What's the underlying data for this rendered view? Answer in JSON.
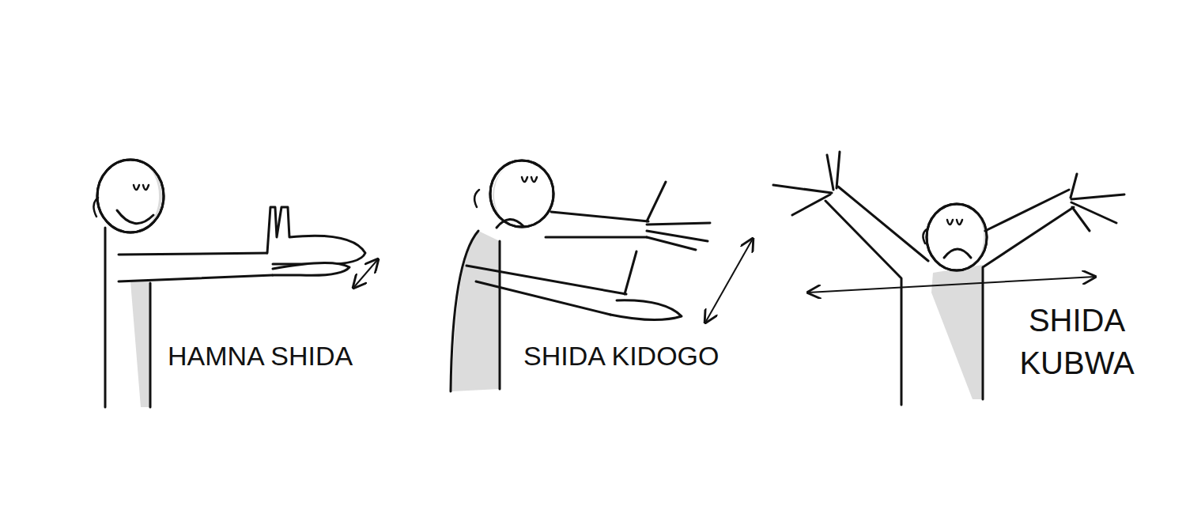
{
  "diagram": {
    "labels": [
      "HAMNA SHIDA",
      "SHIDA KIDOGO",
      "SHIDA KUBWA"
    ]
  }
}
